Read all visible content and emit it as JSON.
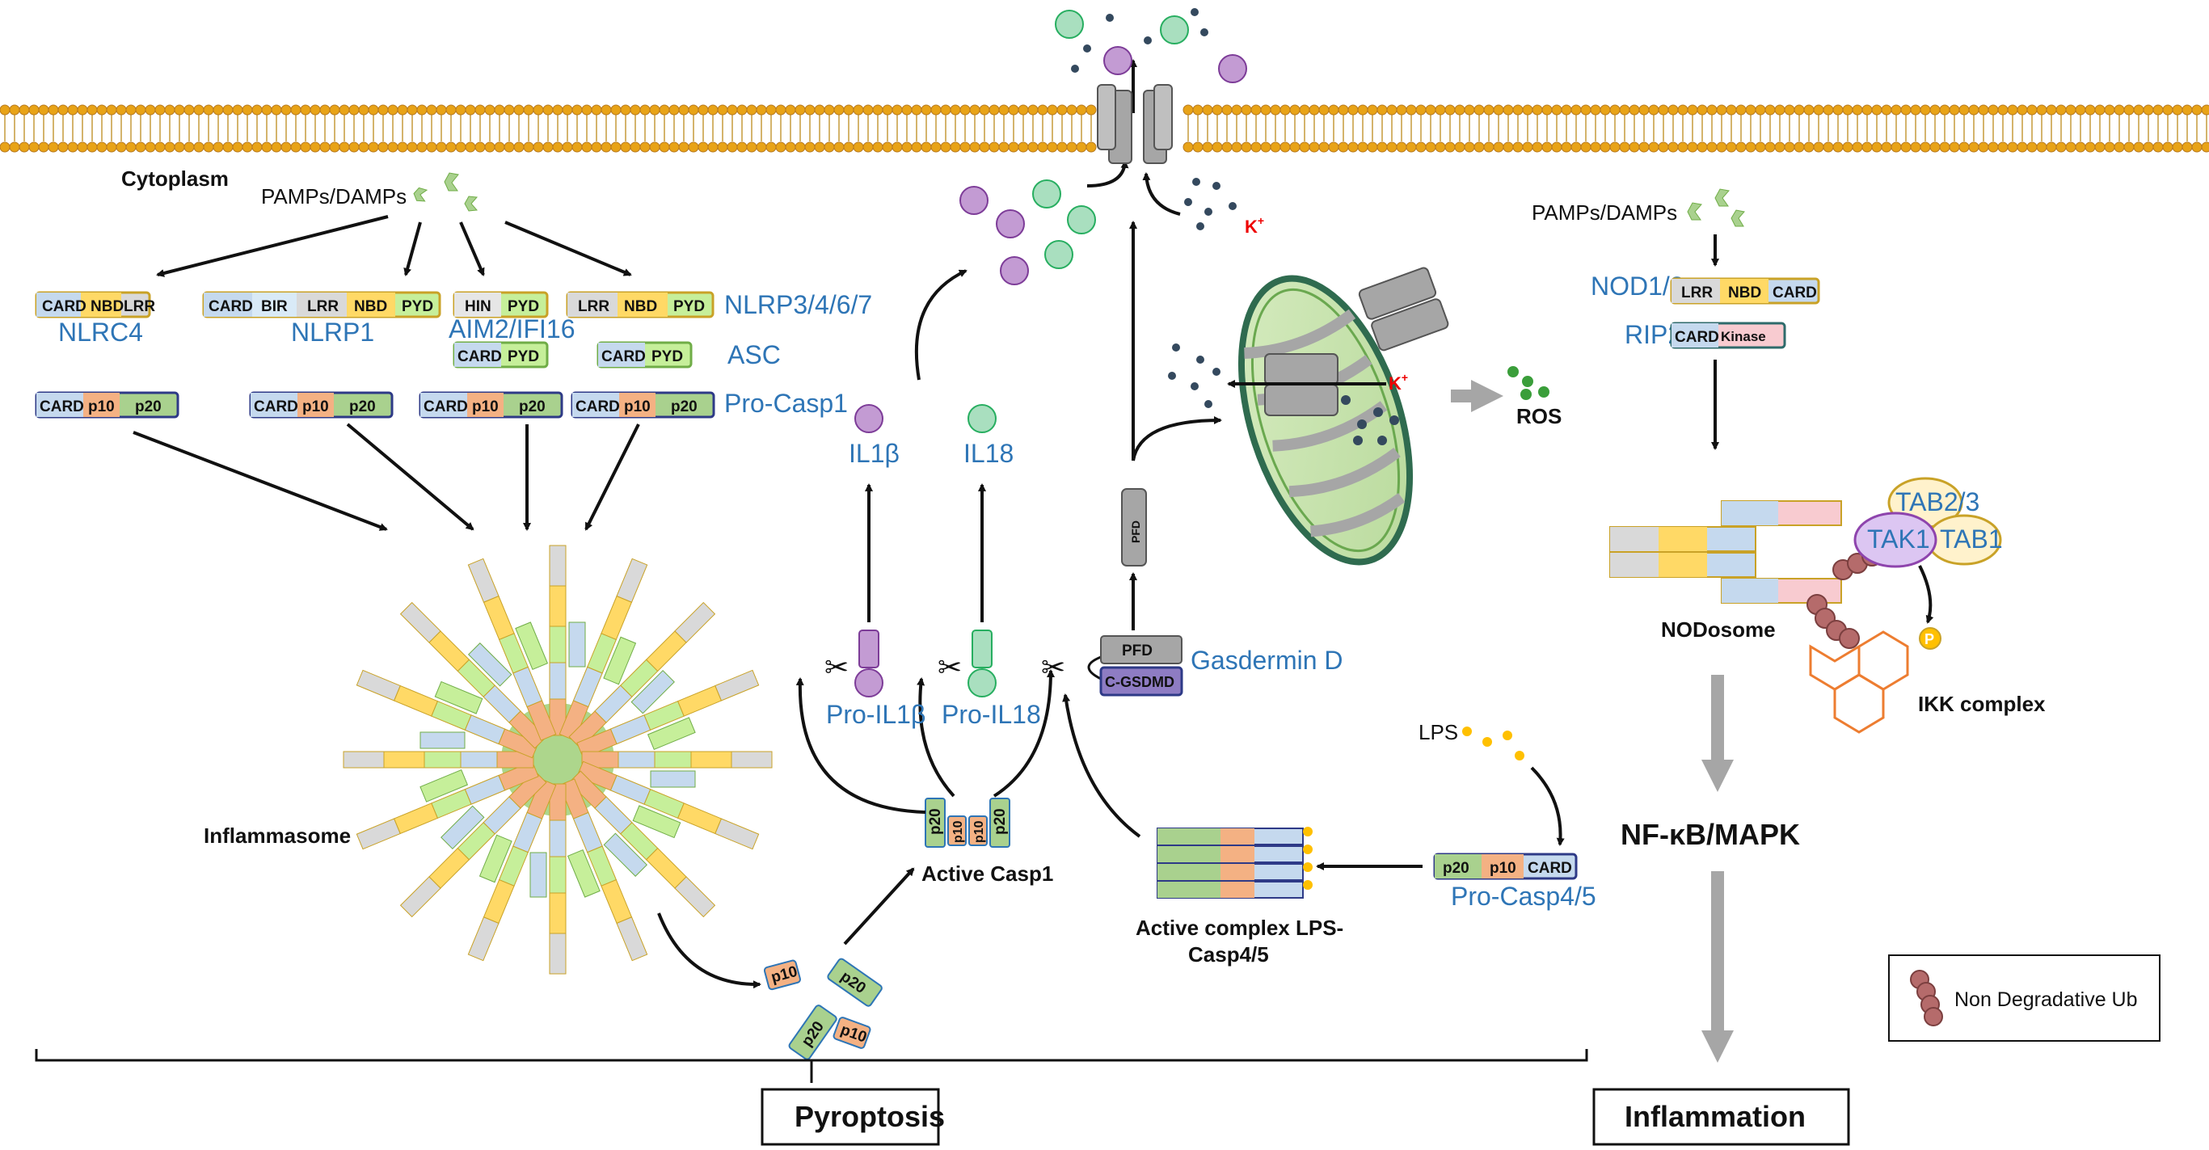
{
  "labels": {
    "cytoplasm": "Cytoplasm",
    "pamps_left": "PAMPs/DAMPs",
    "pamps_right": "PAMPs/DAMPs",
    "nlrc4": "NLRC4",
    "nlrp1": "NLRP1",
    "aim2": "AIM2/IFI16",
    "nlrp3": "NLRP3/4/6/7",
    "asc": "ASC",
    "procasp1": "Pro-Casp1",
    "inflammasome": "Inflammasome",
    "active_casp1": "Active Casp1",
    "il1b": "IL1β",
    "il18": "IL18",
    "pro_il1b": "Pro-IL1β",
    "pro_il18": "Pro-IL18",
    "gasdermin": "Gasdermin D",
    "ros": "ROS",
    "potassium": "K",
    "potassium_sup": "+",
    "lps": "LPS",
    "procasp45": "Pro-Casp4/5",
    "active_complex_1": "Active complex LPS-",
    "active_complex_2": "Casp4/5",
    "nod12": "NOD1/2",
    "rip2": "RIP2",
    "tab23": "TAB2/3",
    "tak1": "TAK1",
    "tab1": "TAB1",
    "p_label": "P",
    "nodosome": "NODosome",
    "ikk": "IKK complex",
    "nfkb": "NF-κB/MAPK",
    "pyroptosis": "Pyroptosis",
    "inflammation": "Inflammation",
    "legend_ub": "Non Degradative Ub"
  },
  "domains": {
    "card": "CARD",
    "nbd": "NBD",
    "lrr": "LRR",
    "bir": "BIR",
    "pyd": "PYD",
    "hin": "HIN",
    "p10": "p10",
    "p20": "p20",
    "kinase": "Kinase",
    "pfd": "PFD",
    "cgsdmd": "C-GSDMD"
  },
  "colors": {
    "card": "#c5d9ee",
    "nbd": "#ffd966",
    "lrr": "#d9d9d9",
    "pyd": "#c6ef9a",
    "p10": "#f4b183",
    "p20": "#a9d18e",
    "kinase": "#f8cbd0",
    "hin": "#e6e6e6",
    "label_blue": "#2e75b6",
    "membrane": "#e8a317",
    "il1b": "#c39bd3",
    "il18": "#a9dfbf",
    "ub": "#b56b6b",
    "ikk": "#ed7d31",
    "cgsdmd": "#8e7cc3"
  }
}
